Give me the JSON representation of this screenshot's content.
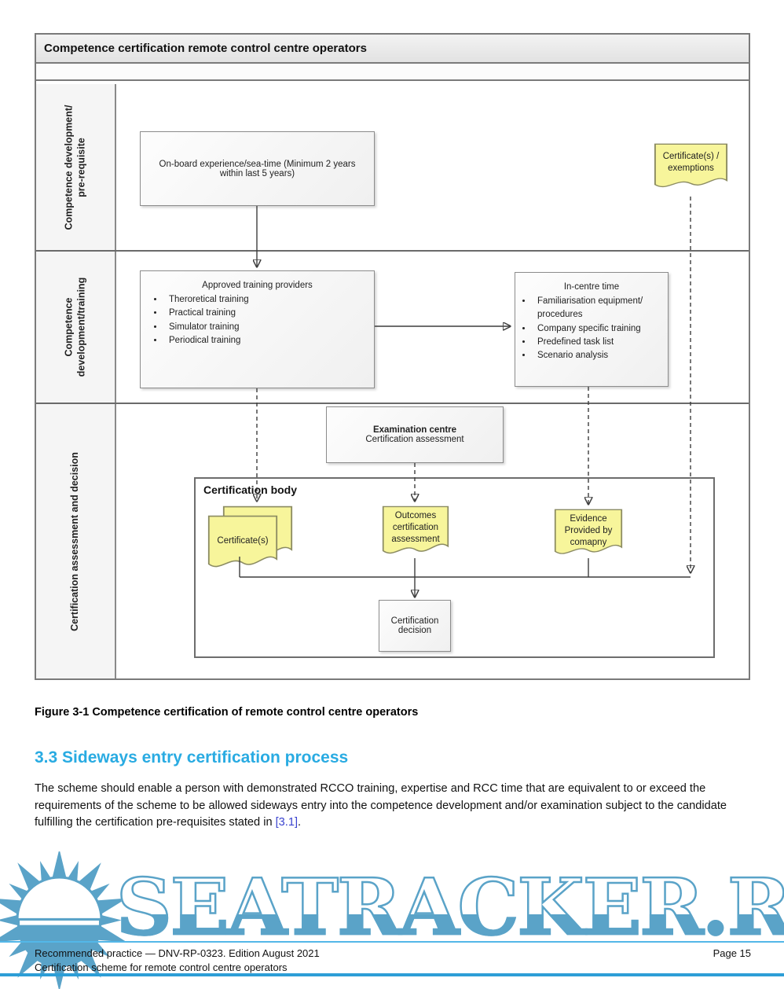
{
  "diagram": {
    "title": "Competence certification remote control centre operators",
    "lanes": [
      {
        "label_line1": "Competence development/",
        "label_line2": "pre-requisite"
      },
      {
        "label_line1": "Competence",
        "label_line2": "development/training"
      },
      {
        "label_line1": "Certification assessment and decision",
        "label_line2": ""
      }
    ],
    "onboard_box": {
      "text": "On-board experience/sea-time (Minimum 2 years within last 5 years)"
    },
    "cert_exemptions_doc": {
      "text": "Certificate(s) / exemptions"
    },
    "approved_box": {
      "title": "Approved training providers",
      "items": [
        "Theroretical training",
        "Practical training",
        "Simulator training",
        "Periodical training"
      ]
    },
    "incentre_box": {
      "title": "In-centre time",
      "items": [
        "Familiarisation equipment/ procedures",
        "Company specific training",
        "Predefined task list",
        "Scenario analysis"
      ]
    },
    "exam_box": {
      "title": "Examination centre",
      "subtitle": "Certification assessment"
    },
    "certification_body": {
      "label": "Certification body"
    },
    "certificates_doc": {
      "text": "Certificate(s)"
    },
    "outcomes_doc": {
      "text": "Outcomes certification assessment"
    },
    "evidence_doc": {
      "text": "Evidence Provided by comapny"
    },
    "decision_box": {
      "text": "Certification decision"
    }
  },
  "figure_caption": "Figure 3-1 Competence certification of remote control centre operators",
  "section": {
    "heading": "3.3 Sideways entry certification process",
    "paragraph": "The scheme should enable a person with demonstrated RCCO training, expertise and RCC time that are equivalent to or exceed the requirements of the scheme to be allowed sideways entry into the competence development and/or examination subject to the candidate fulfilling the certification pre-requisites stated in ",
    "link_text": "[3.1]",
    "after_link": "."
  },
  "watermark": {
    "text": "SEATRACKER.RU"
  },
  "footer": {
    "line1": "Recommended practice — DNV-RP-0323. Edition August 2021",
    "page": "Page 15",
    "line2": "Certification scheme for remote control centre operators"
  },
  "colors": {
    "heading_cyan": "#29abe2",
    "link_blue": "#3a43cf",
    "watermark_blue": "#5aa3c8",
    "doc_yellow": "#f7f59b"
  }
}
